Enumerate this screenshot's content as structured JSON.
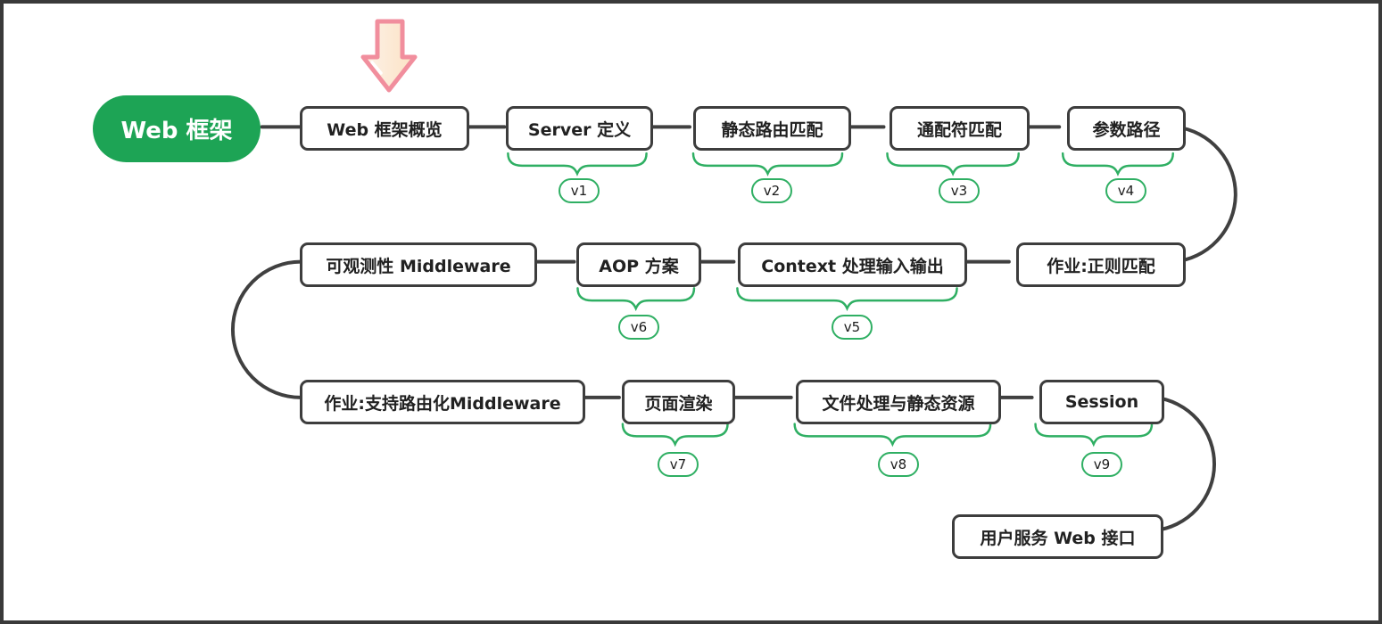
{
  "root": {
    "label": "Web 框架"
  },
  "nodes": [
    {
      "label": "Web 框架概览",
      "version": ""
    },
    {
      "label": "Server 定义",
      "version": "v1"
    },
    {
      "label": "静态路由匹配",
      "version": "v2"
    },
    {
      "label": "通配符匹配",
      "version": "v3"
    },
    {
      "label": "参数路径",
      "version": "v4"
    },
    {
      "label": "可观测性 Middleware",
      "version": ""
    },
    {
      "label": "AOP 方案",
      "version": "v6"
    },
    {
      "label": "Context 处理输入输出",
      "version": "v5"
    },
    {
      "label": "作业:正则匹配",
      "version": ""
    },
    {
      "label": "作业:支持路由化Middleware",
      "version": ""
    },
    {
      "label": "页面渲染",
      "version": "v7"
    },
    {
      "label": "文件处理与静态资源",
      "version": "v8"
    },
    {
      "label": "Session",
      "version": "v9"
    },
    {
      "label": "用户服务 Web 接口",
      "version": ""
    }
  ],
  "icons": {
    "down_arrow": "down-arrow-sticker"
  },
  "colors": {
    "root_fill": "#1da455",
    "root_text": "#ffffff",
    "node_border": "#3d3d3d",
    "node_text": "#212121",
    "connector": "#404040",
    "summary_green": "#2faf63",
    "arrow_border": "#f18e9d",
    "arrow_fill_light": "#fdf2e8",
    "arrow_fill_dark": "#fbe2c4",
    "canvas_bg": "#ffffff",
    "frame_border": "#3a3a3a"
  }
}
